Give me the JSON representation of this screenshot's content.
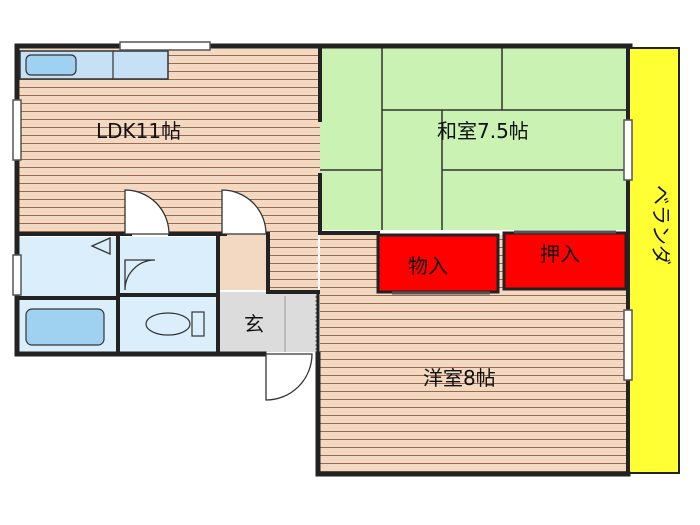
{
  "floorplan": {
    "rooms": {
      "ldk": "LDK11帖",
      "washitsu": "和室7.5帖",
      "youshitsu": "洋室8帖",
      "monoire": "物入",
      "oshiire": "押入",
      "genkan": "玄",
      "veranda": "ベランダ"
    },
    "colors": {
      "wood_floor": "#f3d8c2",
      "wood_line": "#9a6a50",
      "tatami": "#c9f2b3",
      "veranda": "#ffff33",
      "closet": "#ff0000",
      "bath_area": "#dbeefb",
      "genkan_floor": "#dcdcdc",
      "wall": "#222222"
    }
  }
}
